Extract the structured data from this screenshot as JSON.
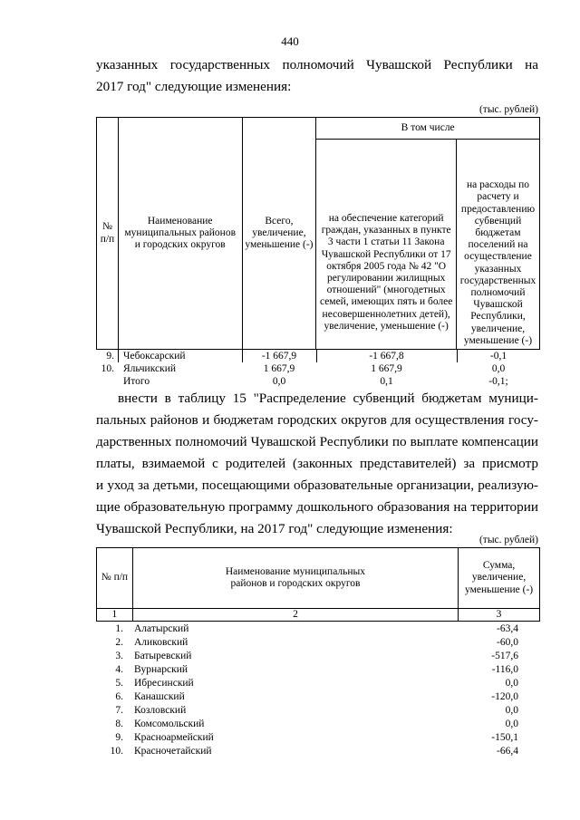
{
  "page_number": "440",
  "intro": {
    "line1": "указанных государственных полномочий Чувашской Республики на",
    "line2": "2017 год\" следующие изменения:"
  },
  "table1": {
    "unit": "(тыс. рублей)",
    "headers": {
      "num": "№ п/п",
      "name": "Наименование муниципальных районов и городских округов",
      "total": "Всего, увеличение, уменьшение (-)",
      "incl": "В том числе",
      "sub1": "на обеспечение категорий граждан, указанных в пункте 3 части 1 статьи 11 Закона Чувашской Республики от 17 октября 2005 года № 42 \"О регулировании жилищных отношений\" (многодетных семей, имеющих пять и более несовершеннолетних детей), увеличение, уменьшение (-)",
      "sub2": "на расходы по расчету и предоставлению субвенций бюджетам поселений на осуществление указанных государственных полномочий Чувашской Республики, увеличение, уменьшение (-)"
    },
    "rows": [
      {
        "num": "9.",
        "name": "Чебоксарский",
        "total": "-1 667,9",
        "sub1": "-1 667,8",
        "sub2": "-0,1"
      },
      {
        "num": "10.",
        "name": "Яльчикский",
        "total": "1 667,9",
        "sub1": "1 667,9",
        "sub2": "0,0"
      },
      {
        "num": "",
        "name": "Итого",
        "total": "0,0",
        "sub1": "0,1",
        "sub2": "-0,1;"
      }
    ]
  },
  "para2": {
    "lines": [
      "внести в таблицу 15 \"Распределение субвенций бюджетам муници-",
      "пальных районов и бюджетам городских округов для осуществления госу-",
      "дарственных полномочий Чувашской Республики по выплате компенсации",
      "платы, взимаемой с родителей (законных представителей) за присмотр",
      "и уход за детьми, посещающими образовательные организации, реализую-",
      "щие образовательную программу дошкольного образования на территории"
    ],
    "last": "Чувашской Республики, на 2017 год\" следующие изменения:"
  },
  "table2": {
    "unit": "(тыс. рублей)",
    "headers": {
      "num": "№ п/п",
      "name": "Наименование муниципальных районов и городских округов",
      "sum": "Сумма, увеличение, уменьшение (-)"
    },
    "colnums": [
      "1",
      "2",
      "3"
    ],
    "rows": [
      {
        "num": "1.",
        "name": "Алатырский",
        "val": "-63,4"
      },
      {
        "num": "2.",
        "name": "Аликовский",
        "val": "-60,0"
      },
      {
        "num": "3.",
        "name": "Батыревский",
        "val": "-517,6"
      },
      {
        "num": "4.",
        "name": "Вурнарский",
        "val": "-116,0"
      },
      {
        "num": "5.",
        "name": "Ибресинский",
        "val": "0,0"
      },
      {
        "num": "6.",
        "name": "Канашский",
        "val": "-120,0"
      },
      {
        "num": "7.",
        "name": "Козловский",
        "val": "0,0"
      },
      {
        "num": "8.",
        "name": "Комсомольский",
        "val": "0,0"
      },
      {
        "num": "9.",
        "name": "Красноармейский",
        "val": "-150,1"
      },
      {
        "num": "10.",
        "name": "Красночетайский",
        "val": "-66,4"
      }
    ]
  }
}
